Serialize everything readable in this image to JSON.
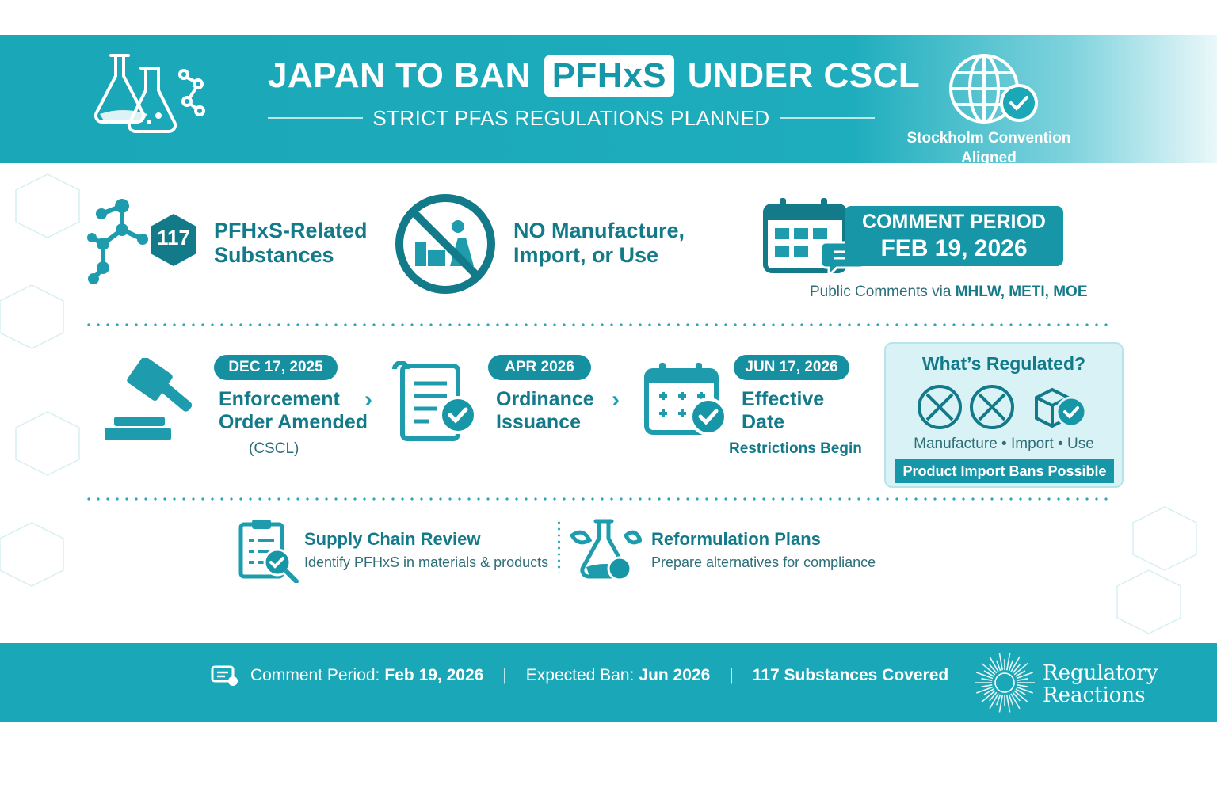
{
  "header": {
    "title_pre": "JAPAN TO BAN",
    "title_highlight": "PFHxS",
    "title_post": "UNDER CSCL",
    "subtitle": "STRICT PFAS REGULATIONS PLANNED",
    "badge_line1": "Stockholm Convention",
    "badge_line2": "Aligned"
  },
  "highlights": {
    "count": "117",
    "substances_line1": "PFHxS-Related",
    "substances_line2": "Substances",
    "prohibition_line1": "NO Manufacture,",
    "prohibition_line2": "Import, or Use",
    "comment_label": "COMMENT PERIOD",
    "comment_date": "FEB 19, 2026",
    "public_prefix": "Public Comments via",
    "public_agencies": "MHLW, METI, MOE"
  },
  "timeline": [
    {
      "date": "DEC 17, 2025",
      "line1": "Enforcement",
      "line2": "Order Amended",
      "note": "(CSCL)"
    },
    {
      "date": "APR 2026",
      "line1": "Ordinance",
      "line2": "Issuance",
      "note": ""
    },
    {
      "date": "JUN 17, 2026",
      "line1": "Effective",
      "line2": "Date",
      "note": "Restrictions Begin"
    }
  ],
  "regulated": {
    "title": "What’s Regulated?",
    "items": "Manufacture • Import • Use",
    "ban": "Product Import Bans Possible"
  },
  "actions": [
    {
      "title": "Supply Chain Review",
      "desc": "Identify PFHxS in materials & products"
    },
    {
      "title": "Reformulation Plans",
      "desc": "Prepare alternatives for compliance"
    }
  ],
  "footer": {
    "comment_label": "Comment Period:",
    "comment_value": "Feb 19, 2026",
    "sep": "|",
    "ban_label": "Expected Ban:",
    "ban_value": "Jun 2026",
    "substances": "117 Substances Covered",
    "brand_line1": "Regulatory",
    "brand_line2": "Reactions"
  },
  "colors": {
    "primary": "#1aa7b8",
    "dark": "#137a8a",
    "light": "#d9f2f5"
  }
}
